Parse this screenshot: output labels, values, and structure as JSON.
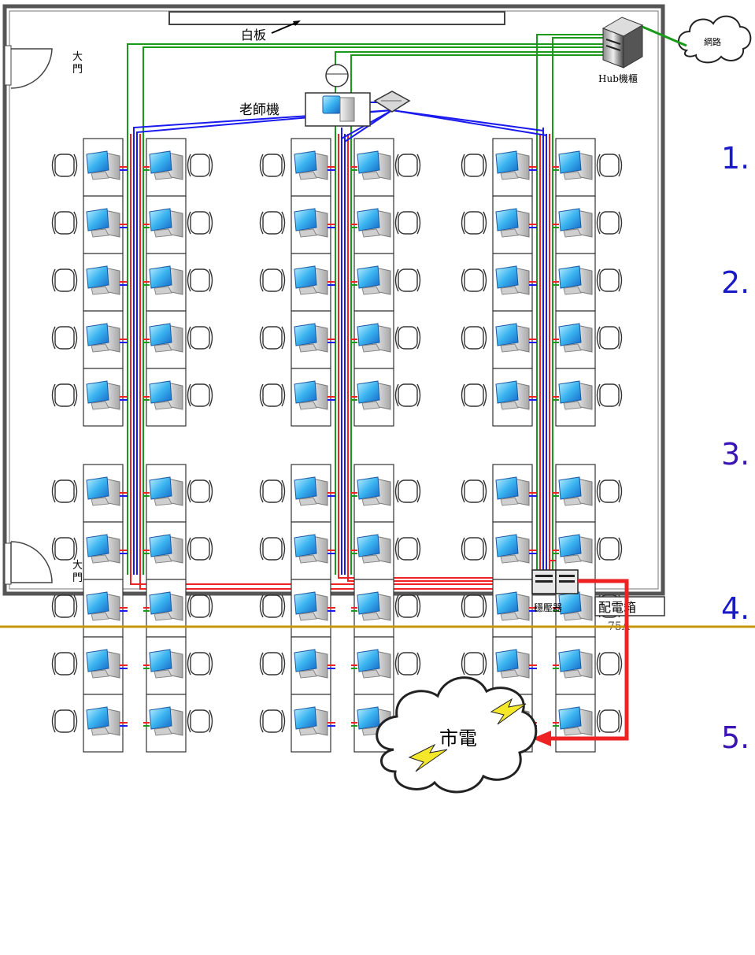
{
  "labels": {
    "whiteboard": "白板",
    "main_door_top": "大\n門",
    "main_door_bottom": "大\n門",
    "teacher_pc": "老師機",
    "hub_cabinet": "Hub機櫃",
    "internet": "網路",
    "stabilizer": "穩壓器",
    "distribution_box": "配電箱",
    "amperage": "75A",
    "city_power": "市電"
  },
  "list_numbers": [
    "1.",
    "2.",
    "3.",
    "4.",
    "5."
  ],
  "layout": {
    "column_groups": 3,
    "row_blocks": 2,
    "rows_per_block": 5,
    "seats_per_row_per_group": 2
  },
  "colors": {
    "network_cable": "#1a9a1a",
    "data_cable": "#1a1aee",
    "power_cable": "#ee2222",
    "numbers": [
      "#1a1ac8",
      "#1a1ac8",
      "#3a14b4",
      "#1a1ac8",
      "#3a14b4"
    ],
    "divider": "#c8960a",
    "wall": "#555555"
  }
}
